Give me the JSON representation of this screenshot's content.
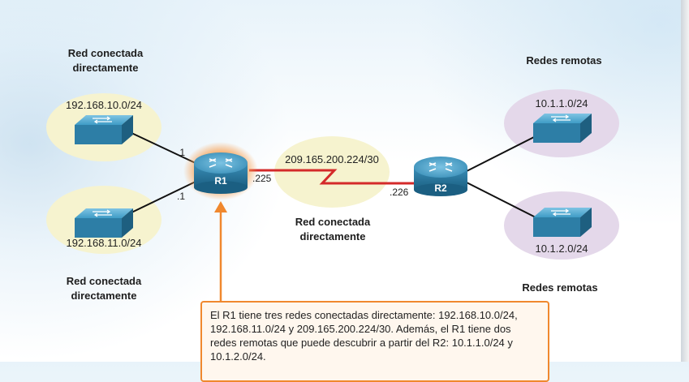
{
  "labels": {
    "left_top_line1": "Red conectada",
    "left_top_line2": "directamente",
    "left_bottom_line1": "Red conectada",
    "left_bottom_line2": "directamente",
    "center_line1": "Red conectada",
    "center_line2": "directamente",
    "remote_top": "Redes remotas",
    "remote_bottom": "Redes remotas"
  },
  "networks": {
    "lan1": "192.168.10.0/24",
    "lan2": "192.168.11.0/24",
    "wan": "209.165.200.224/30",
    "remote1": "10.1.1.0/24",
    "remote2": "10.1.2.0/24"
  },
  "routers": {
    "r1": "R1",
    "r2": "R2"
  },
  "interfaces": {
    "r1_lan1": ".1",
    "r1_lan2": ".1",
    "r1_wan": ".225",
    "r2_wan": ".226"
  },
  "callout": "El R1 tiene tres redes conectadas directamente: 192.168.10.0/24, 192.168.11.0/24 y 209.165.200.224/30. Además, el R1 tiene dos redes remotas que puede descubrir a partir del R2: 10.1.1.0/24 y 10.1.2.0/24.",
  "colors": {
    "directly_connected_bubble": "#f6f3cf",
    "remote_bubble": "#e4d8ea",
    "router_highlight": "#f0882e",
    "serial_link": "#d42a2a",
    "device_blue": "#2d7ea6"
  }
}
